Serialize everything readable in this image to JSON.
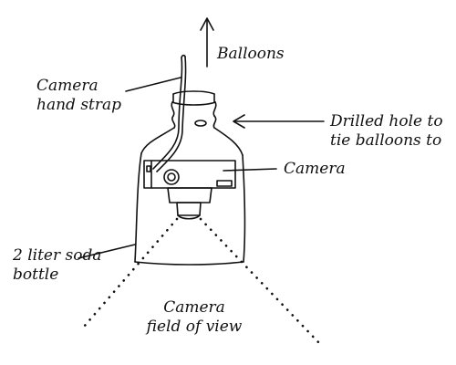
{
  "labels": {
    "balloons": "Balloons",
    "hand_strap_line1": "Camera",
    "hand_strap_line2": "hand strap",
    "drilled_hole_line1": "Drilled hole to",
    "drilled_hole_line2": "tie balloons to",
    "camera": "Camera",
    "bottle_line1": "2 liter soda",
    "bottle_line2": "bottle",
    "fov_line1": "Camera",
    "fov_line2": "field of view"
  },
  "colors": {
    "ink": "#111111",
    "background": "#ffffff"
  }
}
